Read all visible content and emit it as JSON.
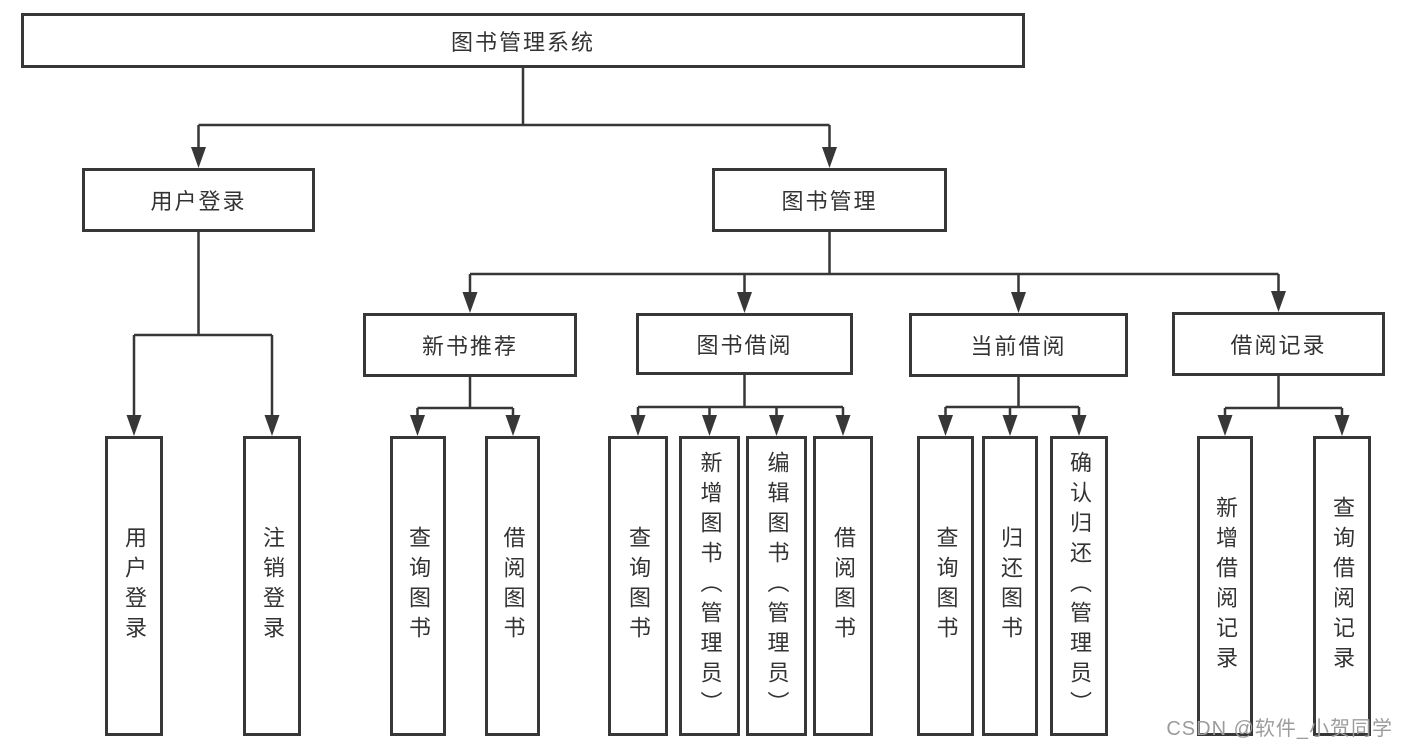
{
  "tree": {
    "root": "图书管理系统",
    "children": [
      {
        "label": "用户登录",
        "children": [
          "用户登录",
          "注销登录"
        ]
      },
      {
        "label": "图书管理",
        "children": [
          {
            "label": "新书推荐",
            "children": [
              "查询图书",
              "借阅图书"
            ]
          },
          {
            "label": "图书借阅",
            "children": [
              "查询图书",
              "新增图书（管理员）",
              "编辑图书（管理员）",
              "借阅图书"
            ]
          },
          {
            "label": "当前借阅",
            "children": [
              "查询图书",
              "归还图书",
              "确认归还（管理员）"
            ]
          },
          {
            "label": "借阅记录",
            "children": [
              "新增借阅记录",
              "查询借阅记录"
            ]
          }
        ]
      }
    ]
  },
  "watermark": {
    "text": "CSDN @软件_小贺同学"
  },
  "colors": {
    "line": "#373737",
    "text": "#333333",
    "watermark": "#9c9c9c",
    "background": "#ffffff"
  }
}
